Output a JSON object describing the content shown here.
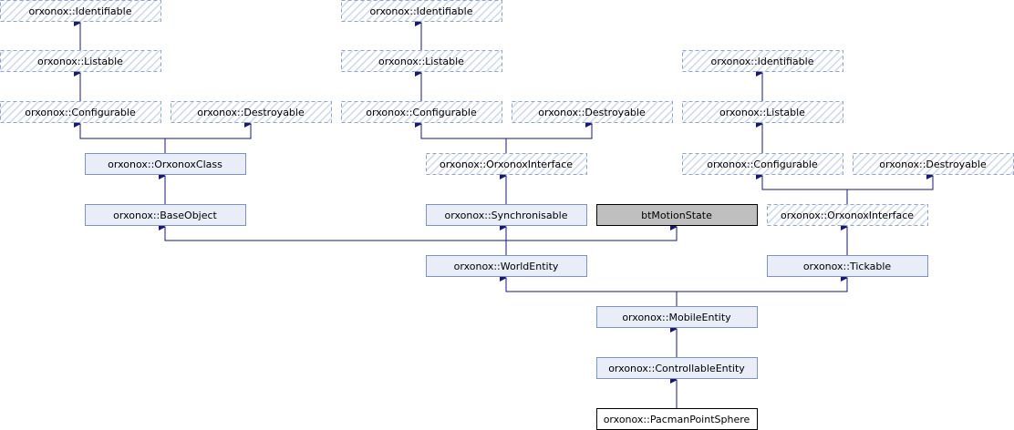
{
  "diagram": {
    "nodes": [
      {
        "id": "n1",
        "label": "orxonox::Identifiable",
        "style": "external"
      },
      {
        "id": "n2",
        "label": "orxonox::Listable",
        "style": "external"
      },
      {
        "id": "n3",
        "label": "orxonox::Configurable",
        "style": "external"
      },
      {
        "id": "n4",
        "label": "orxonox::Destroyable",
        "style": "external"
      },
      {
        "id": "n5",
        "label": "orxonox::OrxonoxClass",
        "style": "class"
      },
      {
        "id": "n6",
        "label": "orxonox::BaseObject",
        "style": "class"
      },
      {
        "id": "n7",
        "label": "orxonox::Identifiable",
        "style": "external"
      },
      {
        "id": "n8",
        "label": "orxonox::Listable",
        "style": "external"
      },
      {
        "id": "n9",
        "label": "orxonox::Configurable",
        "style": "external"
      },
      {
        "id": "n10",
        "label": "orxonox::Destroyable",
        "style": "external"
      },
      {
        "id": "n11",
        "label": "orxonox::OrxonoxInterface",
        "style": "external"
      },
      {
        "id": "n12",
        "label": "orxonox::Synchronisable",
        "style": "class"
      },
      {
        "id": "n13",
        "label": "btMotionState",
        "style": "gray"
      },
      {
        "id": "n14",
        "label": "orxonox::Identifiable",
        "style": "external"
      },
      {
        "id": "n15",
        "label": "orxonox::Listable",
        "style": "external"
      },
      {
        "id": "n16",
        "label": "orxonox::Configurable",
        "style": "external"
      },
      {
        "id": "n17",
        "label": "orxonox::Destroyable",
        "style": "external"
      },
      {
        "id": "n18",
        "label": "orxonox::OrxonoxInterface",
        "style": "external"
      },
      {
        "id": "n19",
        "label": "orxonox::WorldEntity",
        "style": "class"
      },
      {
        "id": "n20",
        "label": "orxonox::Tickable",
        "style": "class"
      },
      {
        "id": "n21",
        "label": "orxonox::MobileEntity",
        "style": "class"
      },
      {
        "id": "n22",
        "label": "orxonox::ControllableEntity",
        "style": "class"
      },
      {
        "id": "n23",
        "label": "orxonox::PacmanPointSphere",
        "style": "current"
      }
    ],
    "edges": [
      {
        "from": "n2",
        "to": "n1"
      },
      {
        "from": "n3",
        "to": "n2"
      },
      {
        "from": "n5",
        "to": "n3"
      },
      {
        "from": "n5",
        "to": "n4"
      },
      {
        "from": "n6",
        "to": "n5"
      },
      {
        "from": "n8",
        "to": "n7"
      },
      {
        "from": "n9",
        "to": "n8"
      },
      {
        "from": "n11",
        "to": "n9"
      },
      {
        "from": "n11",
        "to": "n10"
      },
      {
        "from": "n12",
        "to": "n11"
      },
      {
        "from": "n15",
        "to": "n14"
      },
      {
        "from": "n16",
        "to": "n15"
      },
      {
        "from": "n18",
        "to": "n16"
      },
      {
        "from": "n18",
        "to": "n17"
      },
      {
        "from": "n20",
        "to": "n18"
      },
      {
        "from": "n19",
        "to": "n6"
      },
      {
        "from": "n19",
        "to": "n12"
      },
      {
        "from": "n19",
        "to": "n13"
      },
      {
        "from": "n21",
        "to": "n19"
      },
      {
        "from": "n21",
        "to": "n20"
      },
      {
        "from": "n22",
        "to": "n21"
      },
      {
        "from": "n23",
        "to": "n22"
      }
    ]
  },
  "colors": {
    "edge": "#191970",
    "class_fill": "#e8edf7",
    "class_stroke": "#7f93bf",
    "external_fill": "#ffffff",
    "external_hatch": "#cfd8ea",
    "external_stroke": "#8fa3cc",
    "gray_fill": "#bfbfbf",
    "gray_stroke": "#000000",
    "current_fill": "#ffffff",
    "current_stroke": "#000000"
  }
}
